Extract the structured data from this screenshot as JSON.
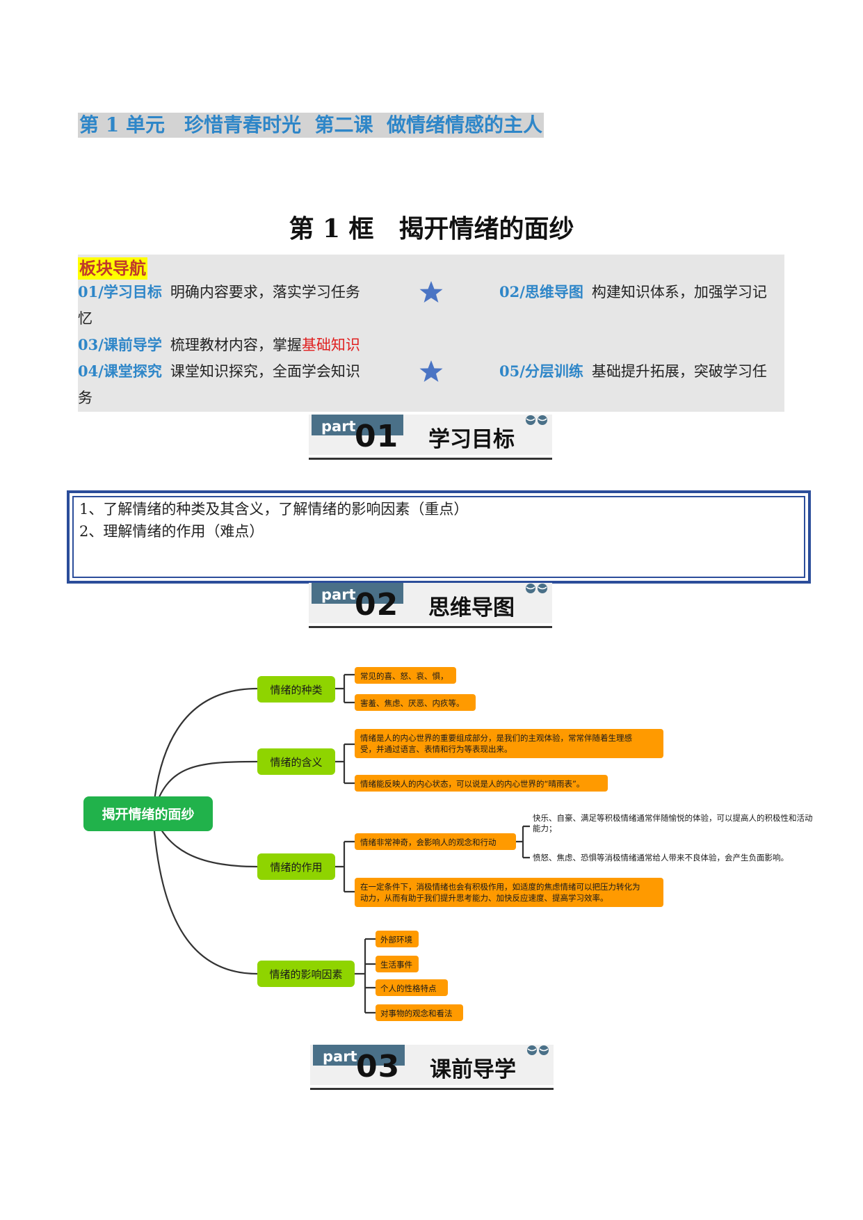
{
  "header": {
    "unit_title": "第 1 单元　珍惜青春时光  第二课  做情绪情感的主人",
    "lesson_title": "第 1 框　揭开情绪的面纱"
  },
  "nav": {
    "heading": "板块导航",
    "items": [
      {
        "key": "01/学习目标",
        "text": "明确内容要求，落实学习任务"
      },
      {
        "key": "02/思维导图",
        "text": "构建知识体系，加强学习记",
        "wrap": "忆"
      },
      {
        "key": "03/课前导学",
        "text": "梳理教材内容，掌握",
        "highlight": "基础知识"
      },
      {
        "key": "04/课堂探究",
        "text": "课堂知识探究，全面学会知识"
      },
      {
        "key": "05/分层训练",
        "text": "基础提升拓展，突破学习任",
        "wrap": "务"
      }
    ],
    "star_icon": "star-icon"
  },
  "parts": [
    {
      "word": "part.",
      "num": "01",
      "label": "学习目标"
    },
    {
      "word": "part.",
      "num": "02",
      "label": "思维导图"
    },
    {
      "word": "part.",
      "num": "03",
      "label": "课前导学"
    }
  ],
  "goals": [
    "1、了解情绪的种类及其含义，了解情绪的影响因素（重点）",
    "2、理解情绪的作用（难点）"
  ],
  "mindmap": {
    "root": "揭开情绪的面纱",
    "colors": {
      "root": "#21b24b",
      "branch": "#8fd400",
      "leaf": "#ff9a00",
      "line": "#333333"
    },
    "branches": [
      {
        "label": "情绪的种类",
        "leaves": [
          "常见的喜、怒、哀、惧，",
          "害羞、焦虑、厌恶、内疚等。"
        ]
      },
      {
        "label": "情绪的含义",
        "leaves": [
          "情绪是人的内心世界的重要组成部分，是我们的主观体验，常常伴随着生理感",
          "受，并通过语言、表情和行为等表现出来。",
          "情绪能反映人的内心状态，可以说是人的内心世界的“晴雨表”。"
        ]
      },
      {
        "label": "情绪的作用",
        "leaves": [
          "情绪非常神奇，会影响人的观念和行动",
          "在一定条件下，消极情绪也会有积极作用，如适度的焦虑情绪可以把压力转化为",
          "动力，从而有助于我们提升思考能力、加快反应速度、提高学习效率。"
        ],
        "sub": [
          "快乐、自豪、满足等积极情绪通常伴随愉悦的体验，可以提高人的积极性和活动",
          "能力；",
          "愤怒、焦虑、恐惧等消极情绪通常给人带来不良体验，会产生负面影响。"
        ]
      },
      {
        "label": "情绪的影响因素",
        "leaves": [
          "外部环境",
          "生活事件",
          "个人的性格特点",
          "对事物的观念和看法"
        ]
      }
    ]
  }
}
